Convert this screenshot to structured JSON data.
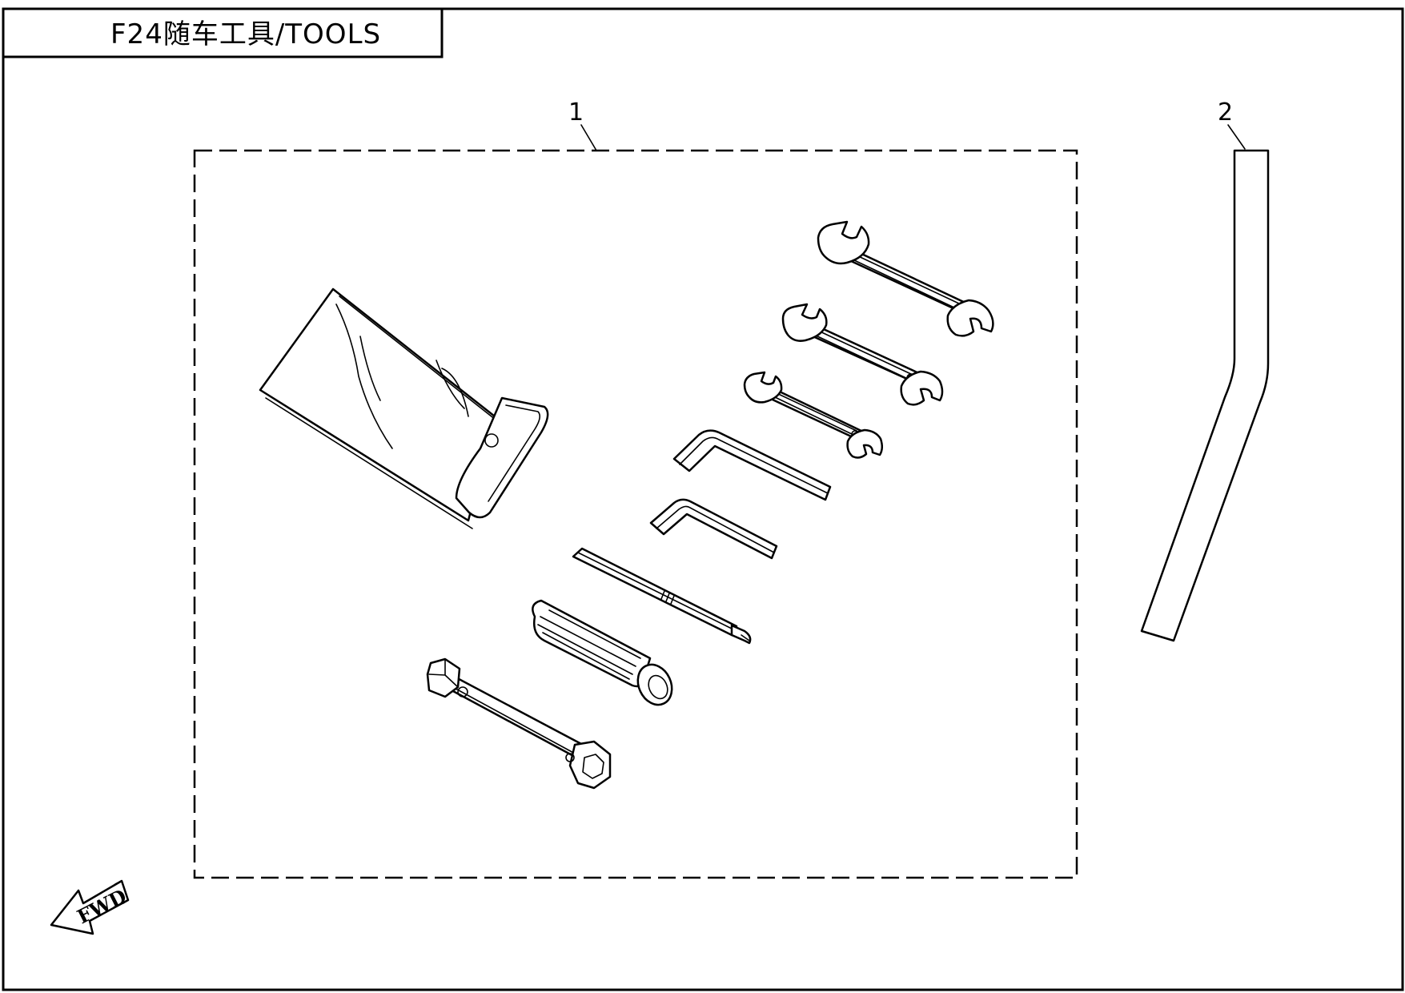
{
  "header": {
    "title": "F24随车工具/TOOLS"
  },
  "callouts": [
    {
      "number": "1"
    },
    {
      "number": "2"
    }
  ],
  "fwd_indicator": {
    "label": "FWD"
  },
  "icons": [
    "tool-pouch-icon",
    "open-end-wrench-icon",
    "hex-key-icon",
    "screwdriver-blade-icon",
    "screwdriver-handle-icon",
    "spark-plug-socket-wrench-icon",
    "extension-bar-icon",
    "fwd-arrow-icon"
  ]
}
